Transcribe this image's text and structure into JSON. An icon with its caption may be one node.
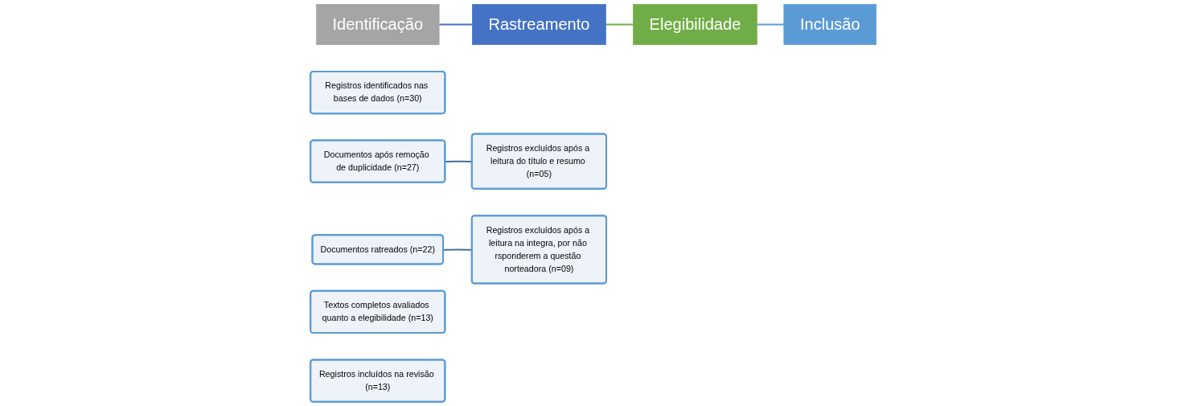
{
  "diagram": {
    "nodes": [
      {
        "text": [
          "Identificação"
        ]
      },
      {
        "text": [
          "Rastreamento"
        ]
      },
      {
        "text": [
          "Elegibilidade"
        ]
      },
      {
        "text": [
          "Inclusão"
        ]
      },
      {
        "text": [
          "Registros identificados nas bases de dados (n=30)"
        ]
      },
      {
        "text": [
          "Documentos após remoção de duplicidade (n=27)"
        ]
      },
      {
        "text": [
          "Documentos ratreados (n=22)"
        ]
      },
      {
        "text": [
          "Textos completos avaliados quanto a elegibilidade (n=13)"
        ]
      },
      {
        "text": [
          "Registros incluídos na revisão (n=13)"
        ]
      },
      {
        "text": [
          "Registros excluídos após a leitura do título e resumo (n=05)"
        ]
      },
      {
        "text": [
          "Registros excluídos após a leitura na integra, por não rsponderem a questão norteadora (n=09)"
        ]
      }
    ],
    "edges": [
      {
        "from": 0,
        "to": 1,
        "arrow": "none",
        "color": "#4472c4"
      },
      {
        "from": 1,
        "to": 2,
        "arrow": "none",
        "color": "#70ad47"
      },
      {
        "from": 2,
        "to": 3,
        "arrow": "none",
        "color": "#5b9bd5"
      },
      {
        "from": 5,
        "to": 9,
        "arrow": "none",
        "color": "#41719c"
      },
      {
        "from": 6,
        "to": 10,
        "arrow": "none",
        "color": "#41719c"
      }
    ]
  }
}
